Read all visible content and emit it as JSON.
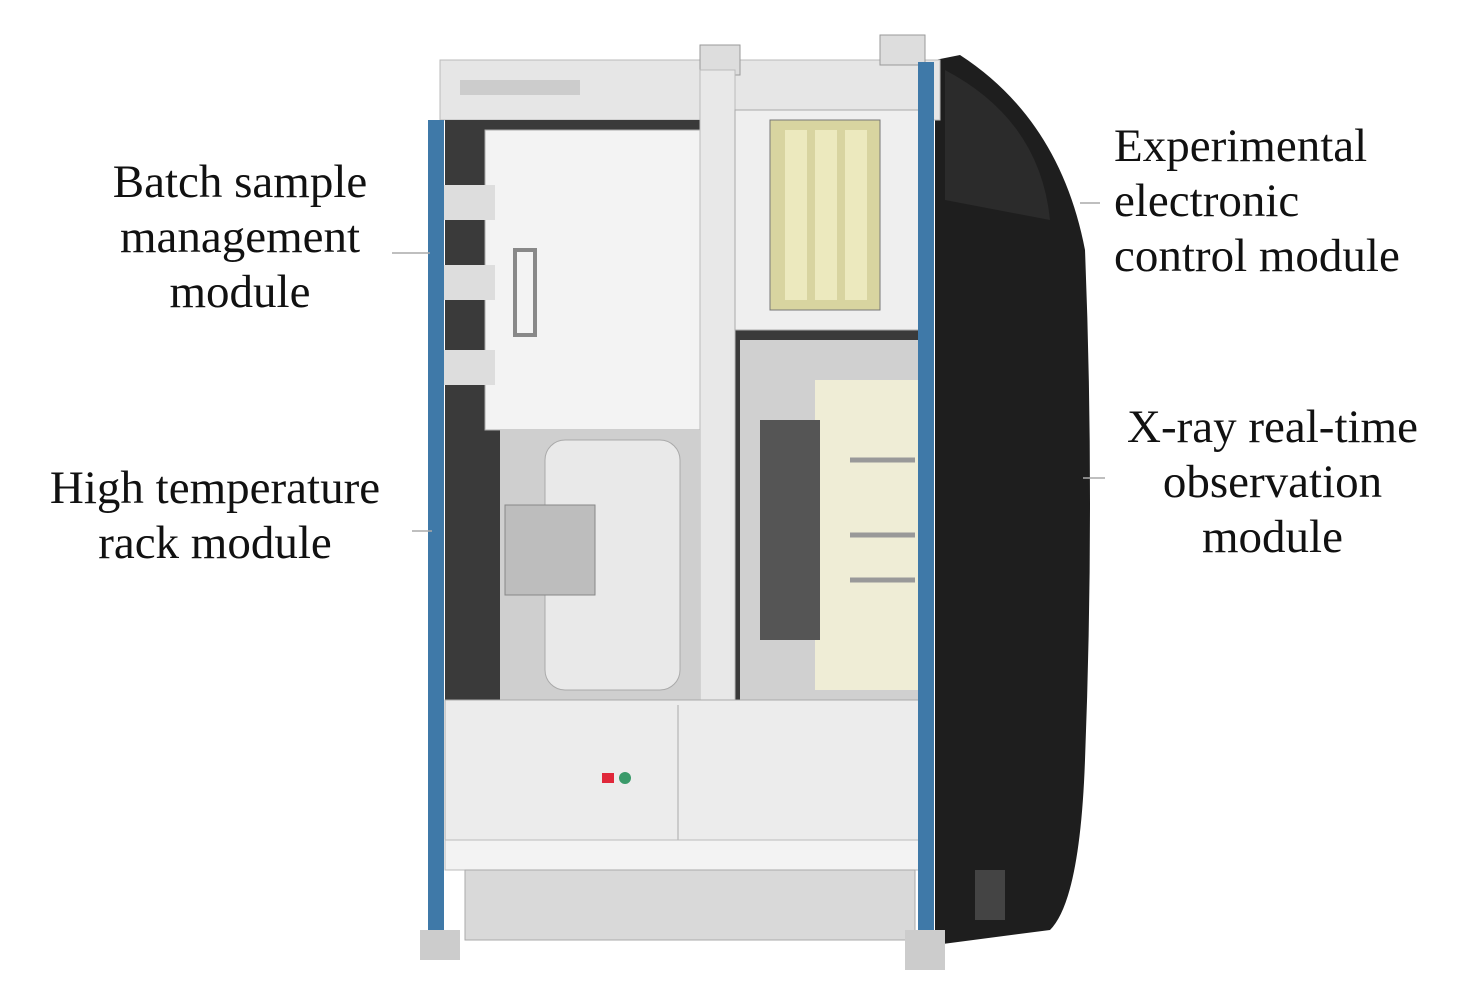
{
  "labels": {
    "batch": [
      "Batch sample",
      "management",
      "module"
    ],
    "high_temp": [
      "High temperature",
      "rack module"
    ],
    "electronic": [
      "Experimental",
      "electronic",
      "control module"
    ],
    "xray": [
      "X-ray real-time",
      "observation",
      "module"
    ]
  },
  "colors": {
    "rail": "#3f79a8",
    "side_panel": "#1e1e1e",
    "cards": "#e6e3b0",
    "indicator": "#e0283a"
  }
}
